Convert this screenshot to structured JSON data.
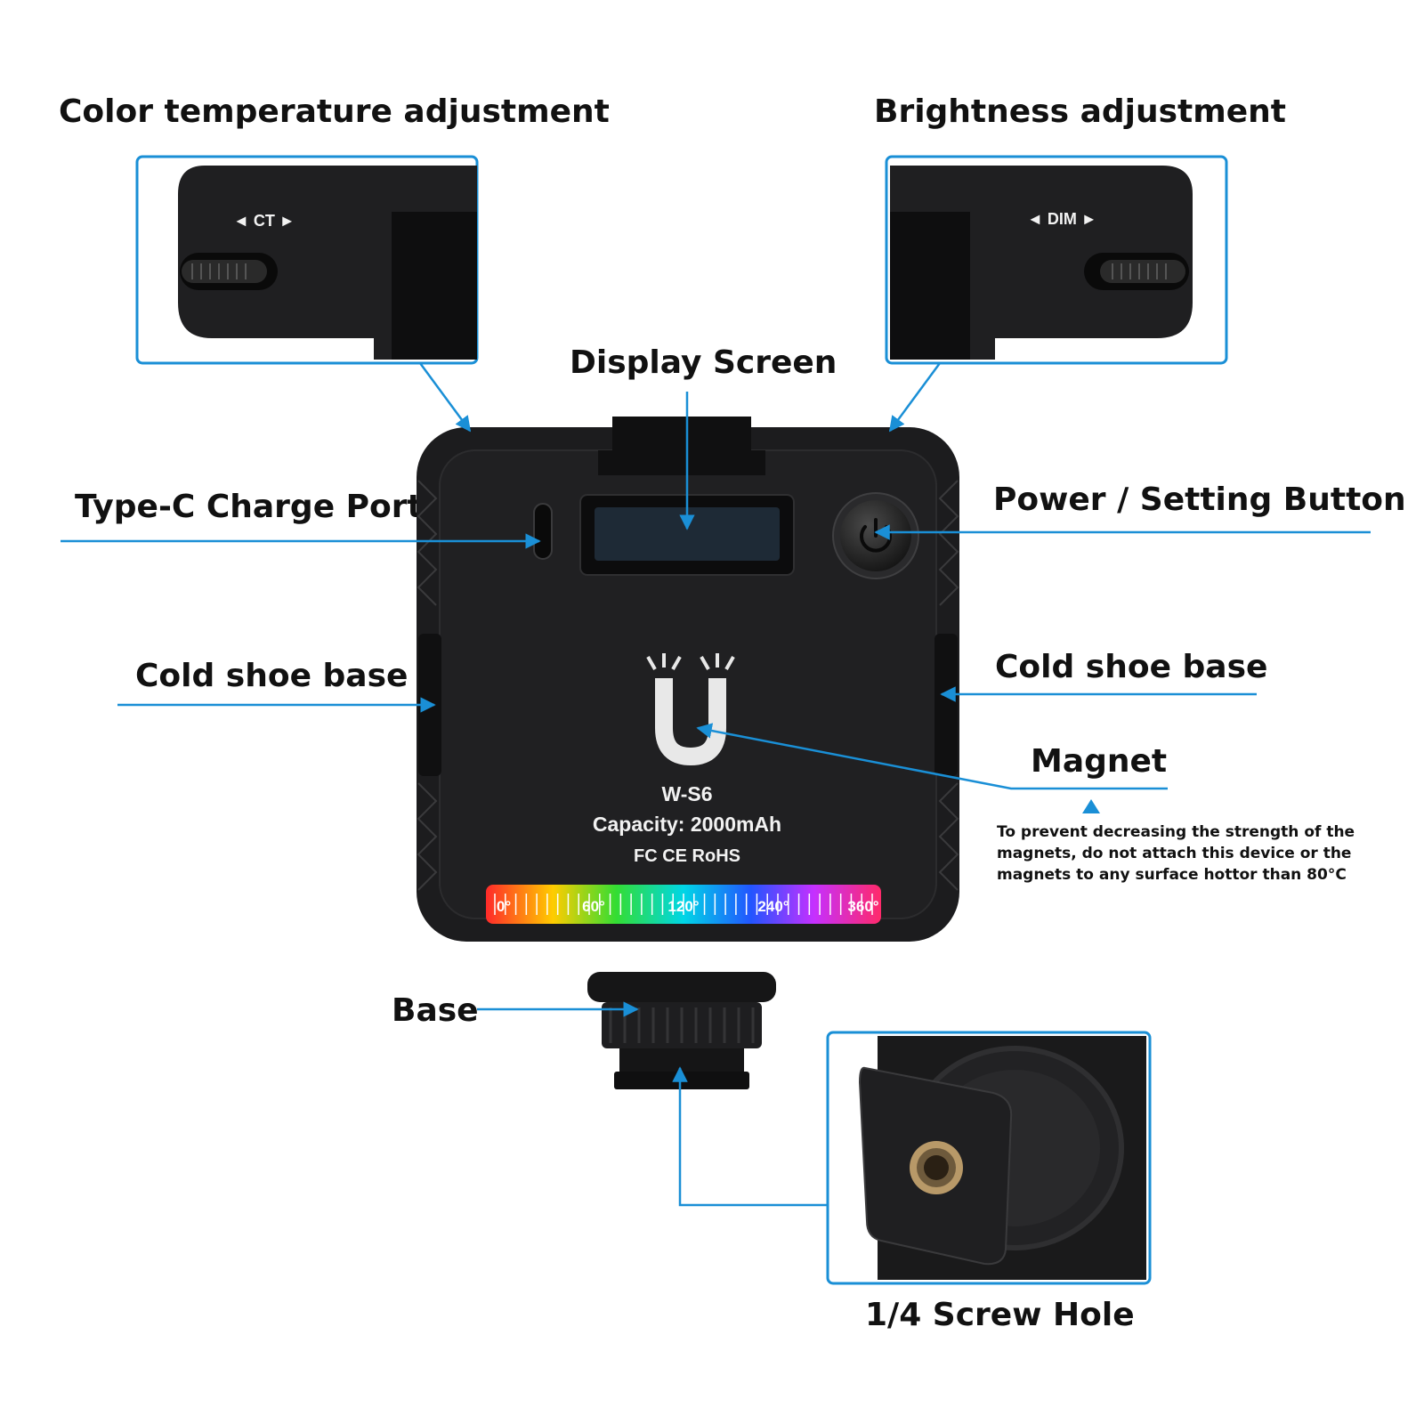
{
  "labels": {
    "color_temp": "Color temperature adjustment",
    "brightness": "Brightness adjustment",
    "display_screen": "Display Screen",
    "type_c": "Type-C Charge Port",
    "power_button": "Power / Setting Button",
    "cold_shoe_left": "Cold shoe base",
    "cold_shoe_right": "Cold shoe base",
    "magnet": "Magnet",
    "magnet_note": "To prevent decreasing the strength of the magnets, do not attach this device or the magnets to any surface hottor than 80°C",
    "base": "Base",
    "screw_hole": "1/4 Screw Hole"
  },
  "device": {
    "model": "W-S6",
    "capacity": "Capacity: 2000mAh",
    "cert_marks": "FC  CE  RoHS",
    "ct_label": "◄ CT ►",
    "dim_label": "◄ DIM ►",
    "hue_scale": [
      "0°",
      "60°",
      "120°",
      "240°",
      "360°"
    ]
  },
  "colors": {
    "callout_line": "#1a8fd6",
    "device_body": "#1c1c1e",
    "text": "#111111"
  }
}
